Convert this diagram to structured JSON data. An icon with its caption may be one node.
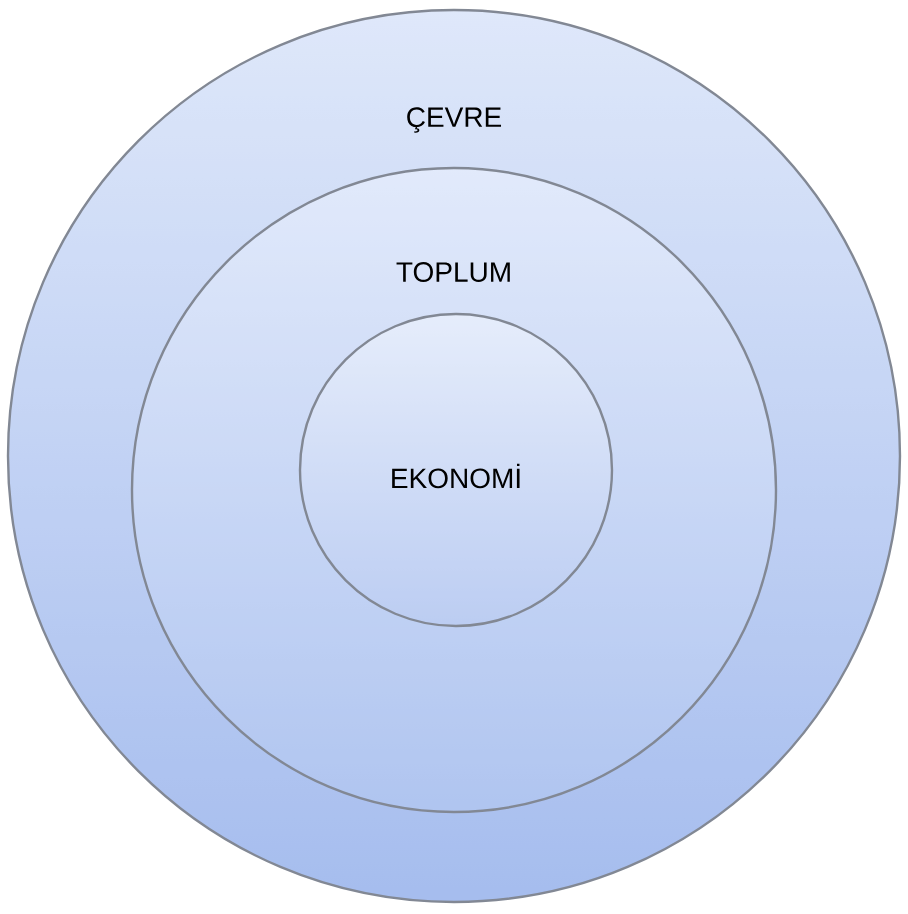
{
  "diagram": {
    "nodes": [
      {
        "text": [
          "ÇEVRE"
        ]
      },
      {
        "text": [
          "TOPLUM"
        ],
        "in": 0
      },
      {
        "text": [
          "EKONOMİ"
        ],
        "in": 1
      }
    ]
  }
}
